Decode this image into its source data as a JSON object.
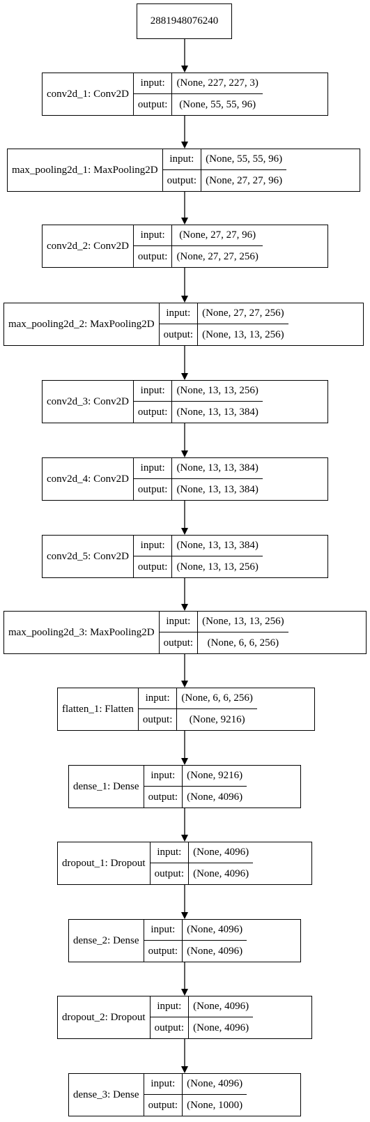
{
  "root": {
    "label": "2881948076240"
  },
  "layers": [
    {
      "name": "conv2d_1: Conv2D",
      "input_label": "input:",
      "output_label": "output:",
      "input": "(None, 227, 227, 3)",
      "output": "(None, 55, 55, 96)"
    },
    {
      "name": "max_pooling2d_1: MaxPooling2D",
      "input_label": "input:",
      "output_label": "output:",
      "input": "(None, 55, 55, 96)",
      "output": "(None, 27, 27, 96)"
    },
    {
      "name": "conv2d_2: Conv2D",
      "input_label": "input:",
      "output_label": "output:",
      "input": "(None, 27, 27, 96)",
      "output": "(None, 27, 27, 256)"
    },
    {
      "name": "max_pooling2d_2: MaxPooling2D",
      "input_label": "input:",
      "output_label": "output:",
      "input": "(None, 27, 27, 256)",
      "output": "(None, 13, 13, 256)"
    },
    {
      "name": "conv2d_3: Conv2D",
      "input_label": "input:",
      "output_label": "output:",
      "input": "(None, 13, 13, 256)",
      "output": "(None, 13, 13, 384)"
    },
    {
      "name": "conv2d_4: Conv2D",
      "input_label": "input:",
      "output_label": "output:",
      "input": "(None, 13, 13, 384)",
      "output": "(None, 13, 13, 384)"
    },
    {
      "name": "conv2d_5: Conv2D",
      "input_label": "input:",
      "output_label": "output:",
      "input": "(None, 13, 13, 384)",
      "output": "(None, 13, 13, 256)"
    },
    {
      "name": "max_pooling2d_3: MaxPooling2D",
      "input_label": "input:",
      "output_label": "output:",
      "input": "(None, 13, 13, 256)",
      "output": "(None, 6, 6, 256)"
    },
    {
      "name": "flatten_1: Flatten",
      "input_label": "input:",
      "output_label": "output:",
      "input": "(None, 6, 6, 256)",
      "output": "(None, 9216)"
    },
    {
      "name": "dense_1: Dense",
      "input_label": "input:",
      "output_label": "output:",
      "input": "(None, 9216)",
      "output": "(None, 4096)"
    },
    {
      "name": "dropout_1: Dropout",
      "input_label": "input:",
      "output_label": "output:",
      "input": "(None, 4096)",
      "output": "(None, 4096)"
    },
    {
      "name": "dense_2: Dense",
      "input_label": "input:",
      "output_label": "output:",
      "input": "(None, 4096)",
      "output": "(None, 4096)"
    },
    {
      "name": "dropout_2: Dropout",
      "input_label": "input:",
      "output_label": "output:",
      "input": "(None, 4096)",
      "output": "(None, 4096)"
    },
    {
      "name": "dense_3: Dense",
      "input_label": "input:",
      "output_label": "output:",
      "input": "(None, 4096)",
      "output": "(None, 1000)"
    }
  ]
}
